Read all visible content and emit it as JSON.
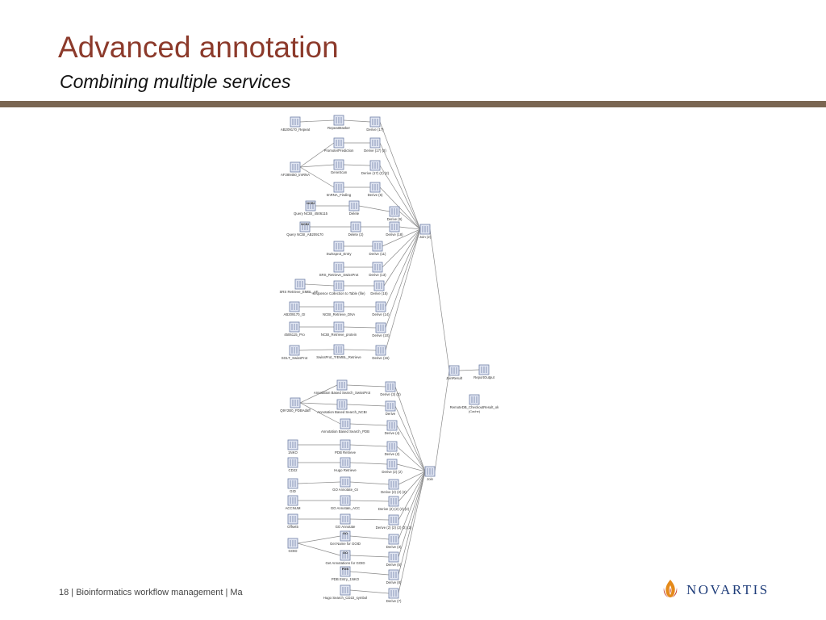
{
  "slide": {
    "title": "Advanced annotation",
    "subtitle": "Combining multiple services",
    "footer": "18 | Bioinformatics workflow management | Ma",
    "logo_text": "NOVARTIS",
    "colors": {
      "title": "#8c3a2b",
      "rule": "#7a6652",
      "logo_text": "#1f3d7a",
      "logo_flame_outer": "#e58a1a",
      "logo_flame_inner": "#c0392b",
      "node_fill": "#e1e6f2",
      "node_stroke": "#6f7fa6",
      "edge": "#8a8a8a"
    },
    "icons": [
      "workflow-node-icon",
      "novartis-flame-icon"
    ]
  },
  "workflow": {
    "nodes": [
      {
        "id": "ab_repeat",
        "label": "AB209170_Repeat"
      },
      {
        "id": "repmask",
        "label": "RepeatMasker"
      },
      {
        "id": "d17",
        "label": "Derive (17)"
      },
      {
        "id": "promoter",
        "label": "PromoterPrediction"
      },
      {
        "id": "d17_2",
        "label": "Derive (17) (2)"
      },
      {
        "id": "af_trna",
        "label": "AF289450_tmRNA"
      },
      {
        "id": "genescan",
        "label": "GeneScan"
      },
      {
        "id": "d17_2_2",
        "label": "Derive (17) (2) (2)"
      },
      {
        "id": "trna",
        "label": "tmRNA_Finding"
      },
      {
        "id": "d6",
        "label": "Derive (6)"
      },
      {
        "id": "q_ncbi1",
        "label": "Query NCBI_4506115",
        "tag": "NCBI"
      },
      {
        "id": "delete",
        "label": "Delete"
      },
      {
        "id": "d9",
        "label": "Derive (9)"
      },
      {
        "id": "q_ncbi2",
        "label": "Query NCBI_AB209170",
        "tag": "NCBI"
      },
      {
        "id": "delete2",
        "label": "Delete (2)"
      },
      {
        "id": "d18",
        "label": "Derive (18)"
      },
      {
        "id": "join2",
        "label": "Join (2)"
      },
      {
        "id": "swissprot",
        "label": "Swissprot_Entry"
      },
      {
        "id": "d11",
        "label": "Derive (11)"
      },
      {
        "id": "srs_sp",
        "label": "SRS_Retrieve_SwissProt"
      },
      {
        "id": "d13",
        "label": "Derive (13)"
      },
      {
        "id": "srs_embl",
        "label": "SRS Retrieve_EMBL_AF..."
      },
      {
        "id": "seqcoll",
        "label": "Sequence Collection to Table (file)"
      },
      {
        "id": "d15",
        "label": "Derive (15)"
      },
      {
        "id": "ab_gi",
        "label": "AB209170_GI"
      },
      {
        "id": "ncbi_dna",
        "label": "NCBI_Retrieve_DNA"
      },
      {
        "id": "d14",
        "label": "Derive (14)"
      },
      {
        "id": "pro4506",
        "label": "4506115_Pro"
      },
      {
        "id": "ncbi_prot",
        "label": "NCBI_Retrieve_protein"
      },
      {
        "id": "d10",
        "label": "Derive (10)"
      },
      {
        "id": "sglt",
        "label": "SGLT_SwissProt"
      },
      {
        "id": "sp_tembl",
        "label": "SwissProt_TrEMBL_Retrieve"
      },
      {
        "id": "d16",
        "label": "Derive (16)"
      },
      {
        "id": "joinresult",
        "label": "JoinResult"
      },
      {
        "id": "reportout",
        "label": "ReportOutput"
      },
      {
        "id": "remote",
        "label": "RemoteDB_CheckoutResult_ok",
        "sublabel": "(Cache)"
      },
      {
        "id": "ann_sp",
        "label": "Annotation Based Search_SwissProt"
      },
      {
        "id": "d3_2",
        "label": "Derive (3) (2)"
      },
      {
        "id": "q9y",
        "label": "Q9Y2B0_PDBAdaff"
      },
      {
        "id": "ann_ncbi",
        "label": "Annotation Based Search_NCBI"
      },
      {
        "id": "derive",
        "label": "Derive"
      },
      {
        "id": "ann_pdb",
        "label": "Annotation Based Search_PDB"
      },
      {
        "id": "d4",
        "label": "Derive (4)"
      },
      {
        "id": "1nko",
        "label": "1NKO"
      },
      {
        "id": "pdb_ret",
        "label": "PDB Retrieve"
      },
      {
        "id": "d2",
        "label": "Derive (2)"
      },
      {
        "id": "cd22",
        "label": "CD22"
      },
      {
        "id": "hugo",
        "label": "Hugo Retrieve"
      },
      {
        "id": "d2_2",
        "label": "Derive (2) (2)"
      },
      {
        "id": "join",
        "label": "Join"
      },
      {
        "id": "gid",
        "label": "GID"
      },
      {
        "id": "go_gi",
        "label": "GO Annotate_GI"
      },
      {
        "id": "d2_2_2",
        "label": "Derive (2) (2) (2)"
      },
      {
        "id": "accnum",
        "label": "ACCNUM"
      },
      {
        "id": "go_acc",
        "label": "GO Annotate_ACC"
      },
      {
        "id": "d2_2_2_2",
        "label": "Derive (2) (2) (2) (2)"
      },
      {
        "id": "offset",
        "label": "Offset5"
      },
      {
        "id": "go_ann",
        "label": "GO Annotate"
      },
      {
        "id": "d2x5",
        "label": "Derive (2) (2) (2) (2) (2)"
      },
      {
        "id": "goid",
        "label": "GOID"
      },
      {
        "id": "getname",
        "label": "Get Name for GOID",
        "tag": "GO"
      },
      {
        "id": "d3",
        "label": "Derive (3)"
      },
      {
        "id": "getann",
        "label": "Get Annotations for GOID",
        "tag": "GO"
      },
      {
        "id": "d5",
        "label": "Derive (5)"
      },
      {
        "id": "pdbentry",
        "label": "PDB Entry_1NKO",
        "tag": "PDB"
      },
      {
        "id": "d8",
        "label": "Derive (8)"
      },
      {
        "id": "hugosearch",
        "label": "Hugo Search_CD22_symbol"
      },
      {
        "id": "d7",
        "label": "Derive (7)"
      }
    ]
  }
}
